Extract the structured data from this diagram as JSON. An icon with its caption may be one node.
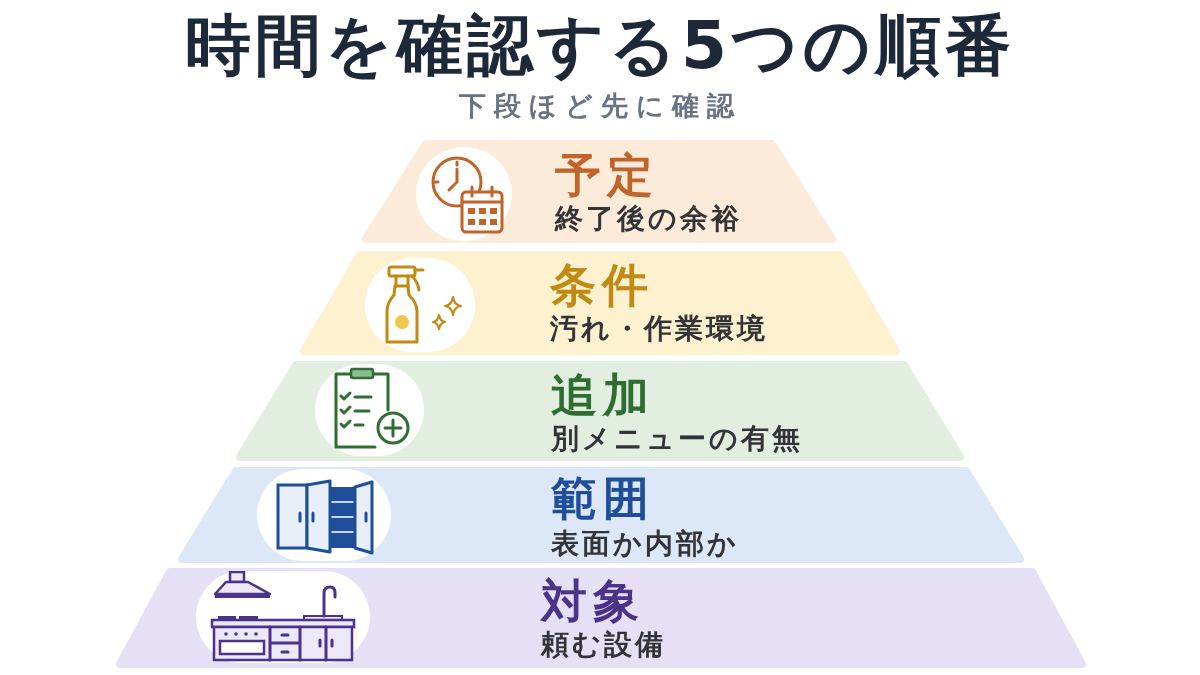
{
  "diagram": {
    "title": "時間を確認する5つの順番",
    "nodes": [
      {
        "text": [
          "予定",
          "終了後の余裕"
        ]
      },
      {
        "text": [
          "条件",
          "汚れ・作業環境"
        ]
      },
      {
        "text": [
          "追加",
          "別メニューの有無"
        ]
      },
      {
        "text": [
          "範囲",
          "表面か内部か"
        ]
      },
      {
        "text": [
          "対象",
          "頼む設備"
        ]
      }
    ],
    "labels": [
      "下段ほど先に確認"
    ]
  }
}
